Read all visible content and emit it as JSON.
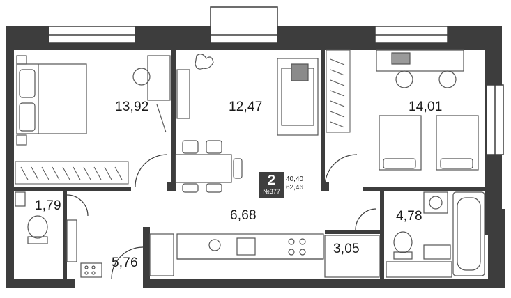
{
  "plan": {
    "rooms": [
      {
        "id": "bedroom-left",
        "area": "13,92"
      },
      {
        "id": "living-room",
        "area": "12,47"
      },
      {
        "id": "bedroom-right",
        "area": "14,01"
      },
      {
        "id": "wc",
        "area": "1,79"
      },
      {
        "id": "hallway",
        "area": "6,68"
      },
      {
        "id": "bathroom",
        "area": "4,78"
      },
      {
        "id": "storage",
        "area": "3,05"
      },
      {
        "id": "entrance",
        "area": "5,76"
      }
    ],
    "badge": {
      "rooms_count": "2",
      "apartment_no": "№377"
    },
    "totals": {
      "living_area": "40,40",
      "total_area": "62,46"
    }
  }
}
